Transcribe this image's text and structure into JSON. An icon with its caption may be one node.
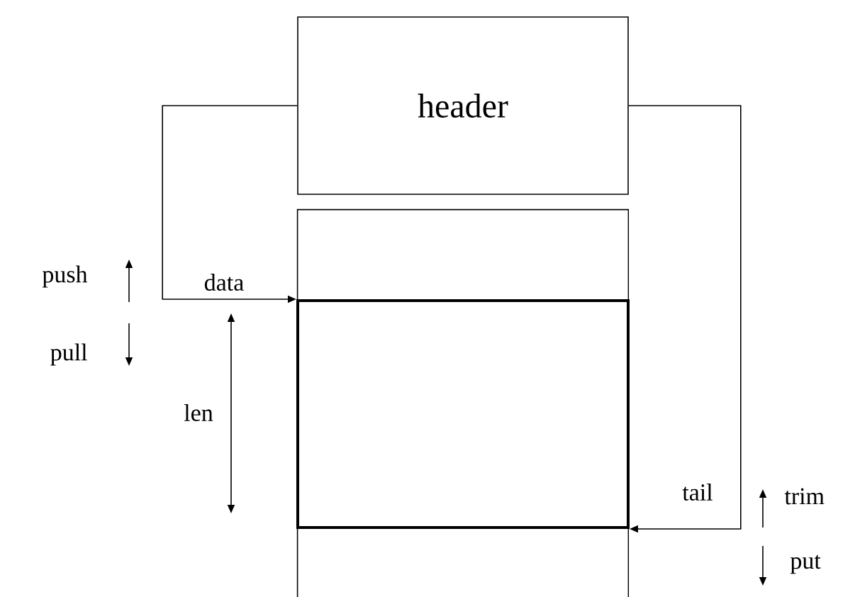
{
  "diagram": {
    "nodes": [
      {
        "text": [
          "header"
        ]
      },
      {
        "text": [],
        "shape": "box"
      },
      {
        "text": [],
        "shape": "box",
        "in": 1
      }
    ],
    "edges": [
      {
        "from": 0,
        "to": 2,
        "arrow": "to",
        "label": "data"
      },
      {
        "from": 0,
        "to": 2,
        "arrow": "to",
        "label": "tail"
      }
    ],
    "labels": [
      "push",
      "pull",
      "len",
      "trim",
      "put"
    ]
  }
}
